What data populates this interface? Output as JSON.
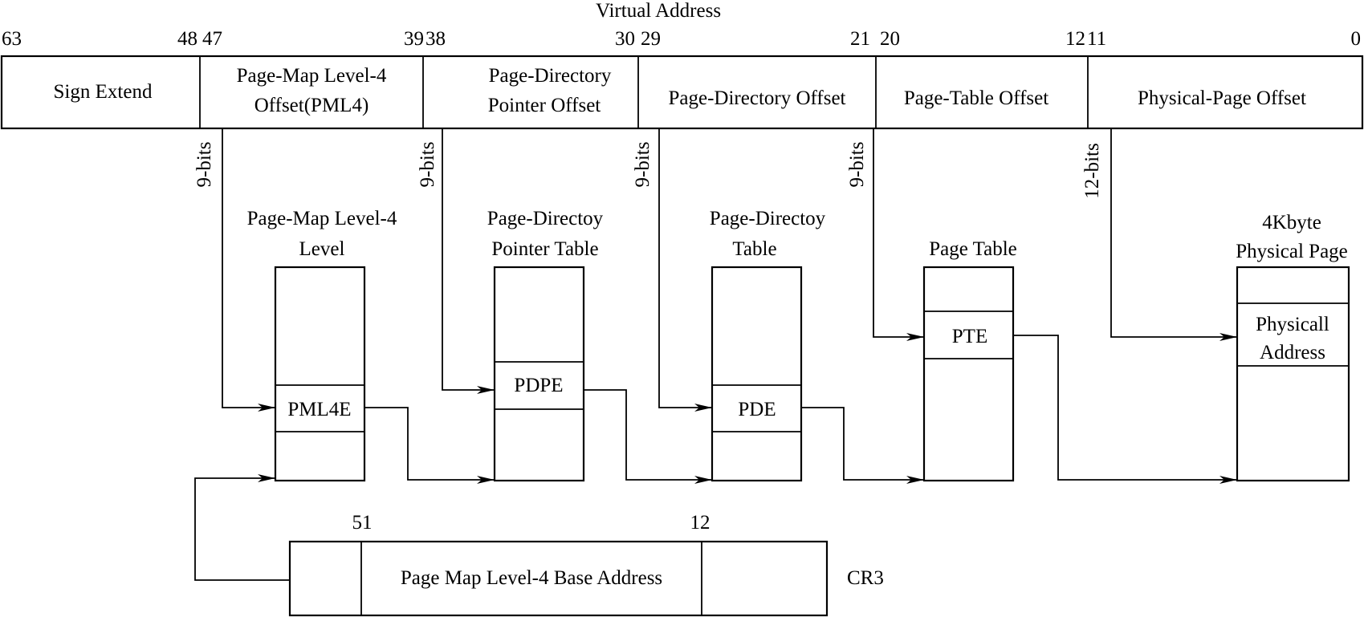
{
  "diagram": {
    "title": "Virtual Address",
    "bit_numbers": {
      "b63": "63",
      "b48": "48",
      "b47": "47",
      "b39": "39",
      "b38": "38",
      "b30": "30",
      "b29": "29",
      "b21": "21",
      "b20": "20",
      "b12": "12",
      "b11": "11",
      "b0": "0"
    },
    "fields": {
      "sign_extend": "Sign Extend",
      "pml4_offset": [
        "Page-Map Level-4",
        "Offset(PML4)"
      ],
      "pdp_offset": [
        "Page-Directory",
        "Pointer Offset"
      ],
      "pd_offset": "Page-Directory Offset",
      "pt_offset": "Page-Table Offset",
      "phys_offset": "Physical-Page Offset"
    },
    "bit_widths": {
      "pml4": "9-bits",
      "pdp": "9-bits",
      "pd": "9-bits",
      "pt": "9-bits",
      "phys": "12-bits"
    },
    "tables": {
      "pml4": {
        "title": [
          "Page-Map Level-4",
          "Level"
        ],
        "entry": "PML4E"
      },
      "pdpt": {
        "title": [
          "Page-Directoy",
          "Pointer Table"
        ],
        "entry": "PDPE"
      },
      "pdt": {
        "title": [
          "Page-Directoy",
          "Table"
        ],
        "entry": "PDE"
      },
      "pt": {
        "title": [
          "Page Table"
        ],
        "entry": "PTE"
      },
      "page": {
        "title": [
          "4Kbyte",
          "Physical Page"
        ],
        "entry": [
          "Physicall",
          "Address"
        ]
      }
    },
    "cr3": {
      "name": "CR3",
      "field": "Page Map Level-4 Base Address",
      "bit_high": "51",
      "bit_low": "12"
    }
  }
}
